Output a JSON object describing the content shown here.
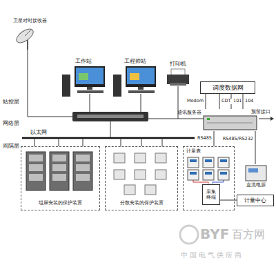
{
  "diagram": {
    "nodes": [
      {
        "text": [
          "卫星对时接收器"
        ]
      },
      {
        "text": [
          "工作站"
        ]
      },
      {
        "text": [
          "工程师站"
        ]
      },
      {
        "text": [
          "打印机"
        ]
      },
      {
        "text": [
          "调度数据网"
        ]
      },
      {
        "text": [
          "通讯服务器"
        ]
      },
      {
        "text": [
          "直流电源"
        ]
      },
      {
        "text": [
          "组屏安装的保护装置"
        ]
      },
      {
        "text": [
          "分散安装的保护装置"
        ]
      },
      {
        "text": [
          "计量表"
        ]
      },
      {
        "text": [
          "采集终端"
        ],
        "in": 9
      },
      {
        "text": [
          "计量中心"
        ]
      }
    ],
    "edges": [
      {
        "from": 5,
        "to": 4,
        "label": "Modem",
        "arrow": "none"
      },
      {
        "from": 5,
        "to": 4,
        "label": "CDT",
        "arrow": "none"
      },
      {
        "from": 5,
        "to": 4,
        "label": "101",
        "arrow": "none"
      },
      {
        "from": 5,
        "to": 4,
        "label": "104",
        "arrow": "none"
      },
      {
        "from": 5,
        "to": 9,
        "label": "RS485",
        "arrow": "none"
      },
      {
        "from": 5,
        "to": 6,
        "label": "RS485/RS232",
        "arrow": "none"
      },
      {
        "from": 10,
        "to": 11,
        "arrow": "none"
      }
    ],
    "labels": [
      "站控层",
      "网络层",
      "间隔层",
      "以太网",
      "预留接口",
      "BYF",
      "百方网",
      "中国电气供应商"
    ]
  }
}
